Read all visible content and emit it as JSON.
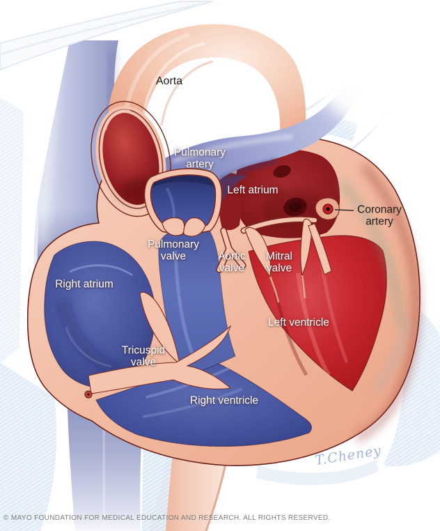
{
  "illustration": {
    "type": "anatomical-diagram",
    "subject": "Cross-section of the human heart showing chambers, valves and great vessels",
    "labels": {
      "aorta": "Aorta",
      "pulmonary_artery": "Pulmonary artery",
      "left_atrium": "Left atrium",
      "coronary_artery": "Coronary artery",
      "pulmonary_valve": "Pulmonary valve",
      "aortic_valve": "Aortic valve",
      "mitral_valve": "Mitral valve",
      "right_atrium": "Right atrium",
      "left_ventricle": "Left ventricle",
      "tricuspid_valve": "Tricuspid valve",
      "right_ventricle": "Right ventricle"
    },
    "signature": "T.Cheney",
    "copyright": "© MAYO FOUNDATION FOR MEDICAL EDUCATION AND RESEARCH. ALL RIGHTS RESERVED.",
    "colors": {
      "oxygenated_red": "#c5272d",
      "dark_red_atrium": "#8c1a1f",
      "deoxygenated_blue": "#4654a0",
      "dark_blue_atrium": "#2b336f",
      "heart_wall_salmon": "#f2bea6",
      "pulmonary_artery_lavender": "#8b92c6",
      "vena_cava_lavender": "#aab1d6",
      "background_hatch_blue": "#d9e6f4",
      "label_white": "#ffffff",
      "label_dark": "#1d1d1d"
    }
  }
}
